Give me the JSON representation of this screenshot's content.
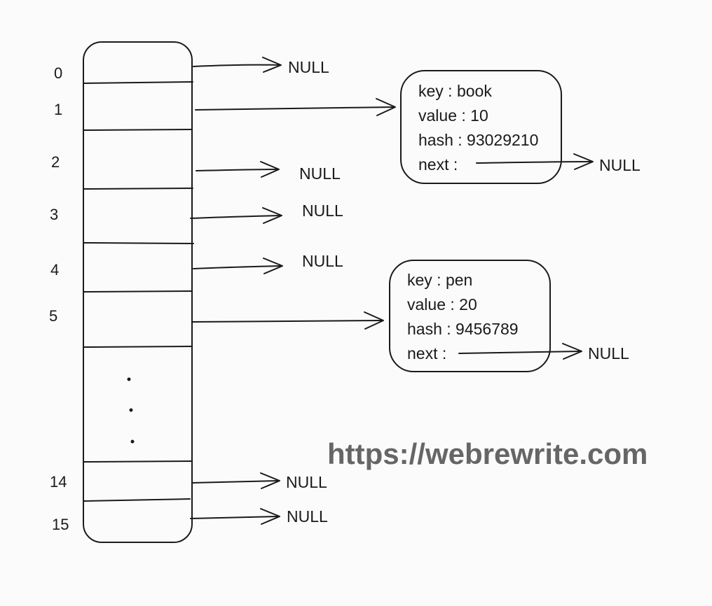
{
  "bucket_indices": [
    "0",
    "1",
    "2",
    "3",
    "4",
    "5",
    "14",
    "15"
  ],
  "null_label": "NULL",
  "node_book": {
    "key": "key : book",
    "value": "value : 10",
    "hash": "hash : 93029210",
    "next": "next :"
  },
  "node_pen": {
    "key": "key : pen",
    "value": "value : 20",
    "hash": "hash : 9456789",
    "next": "next :"
  },
  "watermark": "https://webrewrite.com"
}
